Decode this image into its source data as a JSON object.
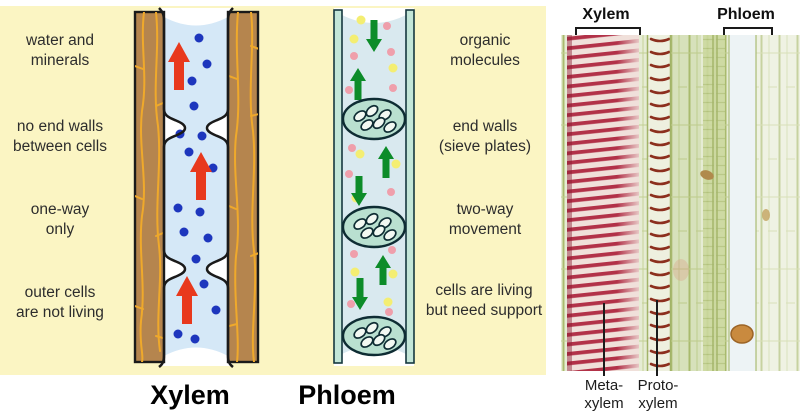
{
  "panel": {
    "xylem": {
      "title": "Xylem",
      "notes": [
        "water and\nminerals",
        "no end walls\nbetween cells",
        "one-way\nonly",
        "outer cells\nare not living"
      ]
    },
    "phloem": {
      "title": "Phloem",
      "notes": [
        "organic\nmolecules",
        "end walls\n(sieve plates)",
        "two-way\nmovement",
        "cells are living\nbut need support"
      ]
    }
  },
  "micrograph": {
    "xylem_label": "Xylem",
    "phloem_label": "Phloem",
    "metaxylem_label": "Meta-\nxylem",
    "protoxylem_label": "Proto-\nxylem"
  },
  "colors": {
    "panel_background": "#fbf5c3",
    "xylem_wall_brown": "#b5854e",
    "xylem_cell_outline_yellow": "#efa92b",
    "tube_interior_blue": "#d5e8f7",
    "water_dot_blue": "#1d36bd",
    "xylem_arrow_red": "#e8391d",
    "phloem_wall_teal": "#c3e6d8",
    "phloem_interior": "#d9e9ef",
    "sieve_plate_fill": "#b9e0d0",
    "phloem_arrow_green": "#0d8c29",
    "organic_dot_pink": "#ef9fab",
    "organic_dot_yellow": "#f4ee72"
  }
}
